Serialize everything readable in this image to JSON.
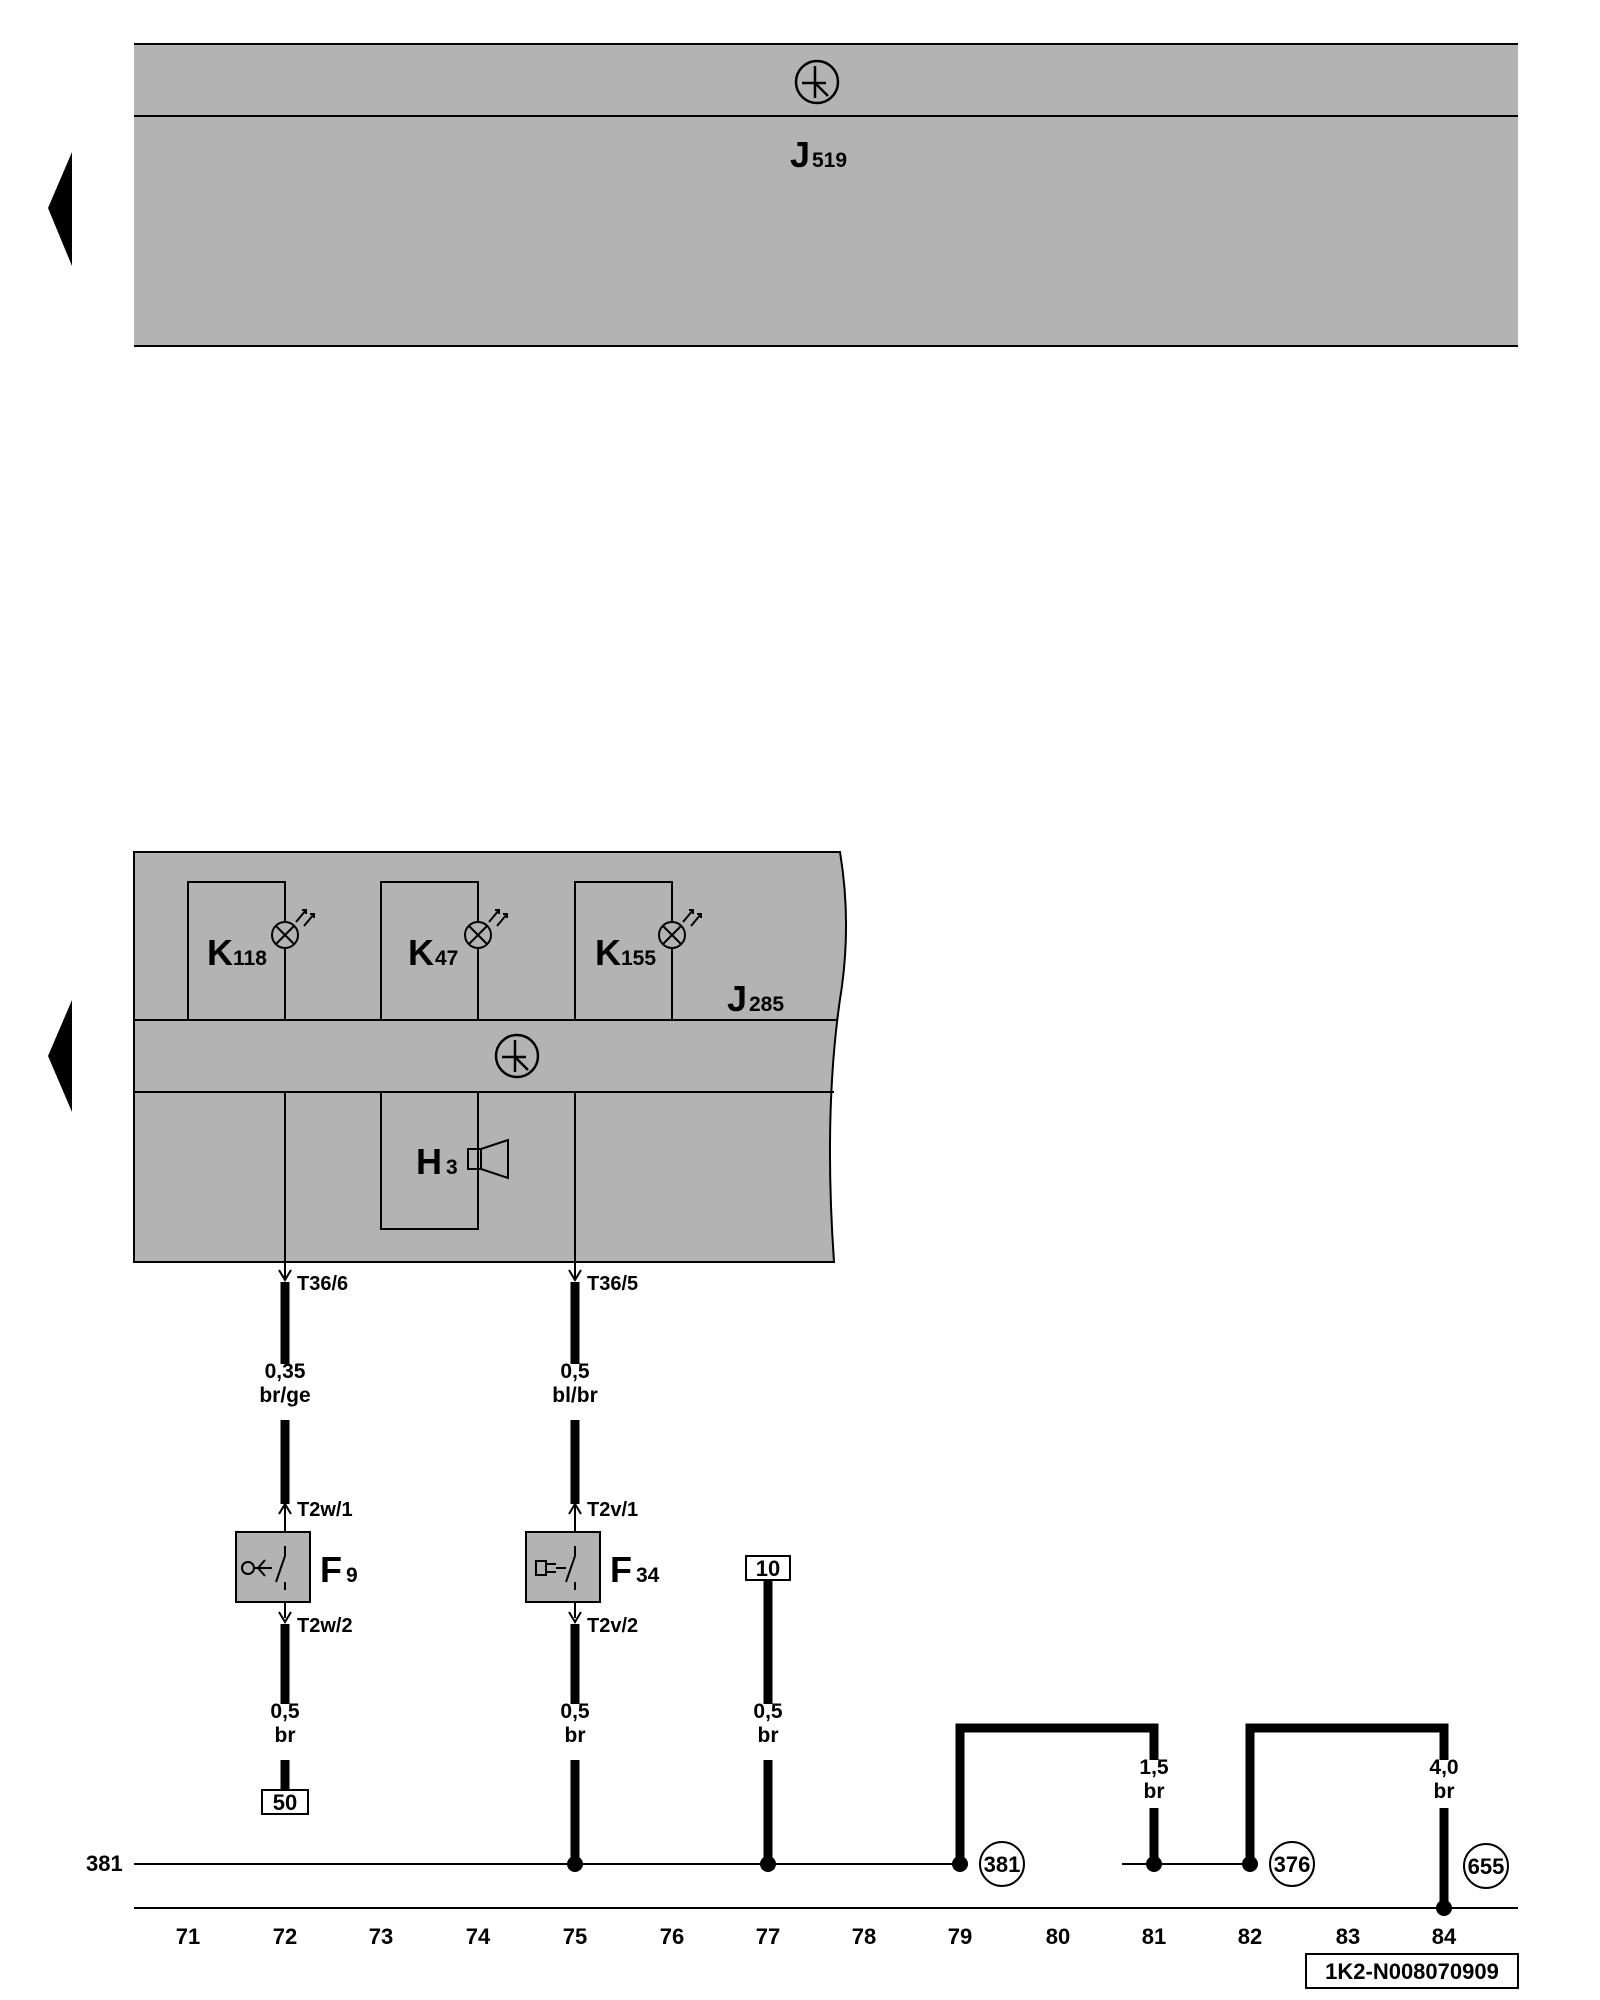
{
  "components": {
    "j519": {
      "letter": "J",
      "number": "519"
    },
    "j285": {
      "letter": "J",
      "number": "285"
    },
    "k118": {
      "letter": "K",
      "number": "118"
    },
    "k47": {
      "letter": "K",
      "number": "47"
    },
    "k155": {
      "letter": "K",
      "number": "155"
    },
    "h3": {
      "letter": "H",
      "number": "3"
    },
    "f9": {
      "letter": "F",
      "number": "9"
    },
    "f34": {
      "letter": "F",
      "number": "34"
    }
  },
  "connectors": {
    "t36_6": "T36/6",
    "t36_5": "T36/5",
    "t2w_1": "T2w/1",
    "t2w_2": "T2w/2",
    "t2v_1": "T2v/1",
    "t2v_2": "T2v/2"
  },
  "wires": {
    "w72_upper": {
      "size": "0,35",
      "color": "br/ge"
    },
    "w75_upper": {
      "size": "0,5",
      "color": "bl/br"
    },
    "w72_lower": {
      "size": "0,5",
      "color": "br"
    },
    "w75_lower": {
      "size": "0,5",
      "color": "br"
    },
    "w77": {
      "size": "0,5",
      "color": "br"
    },
    "w81": {
      "size": "1,5",
      "color": "br"
    },
    "w84": {
      "size": "4,0",
      "color": "br"
    }
  },
  "references": {
    "ref10": "10",
    "ref50": "50"
  },
  "ground_points": {
    "g381": "381",
    "g376": "376",
    "g655": "655"
  },
  "ground_bus_label": "381",
  "track_numbers": [
    "71",
    "72",
    "73",
    "74",
    "75",
    "76",
    "77",
    "78",
    "79",
    "80",
    "81",
    "82",
    "83",
    "84"
  ],
  "diagram_id": "1K2-N008070909"
}
